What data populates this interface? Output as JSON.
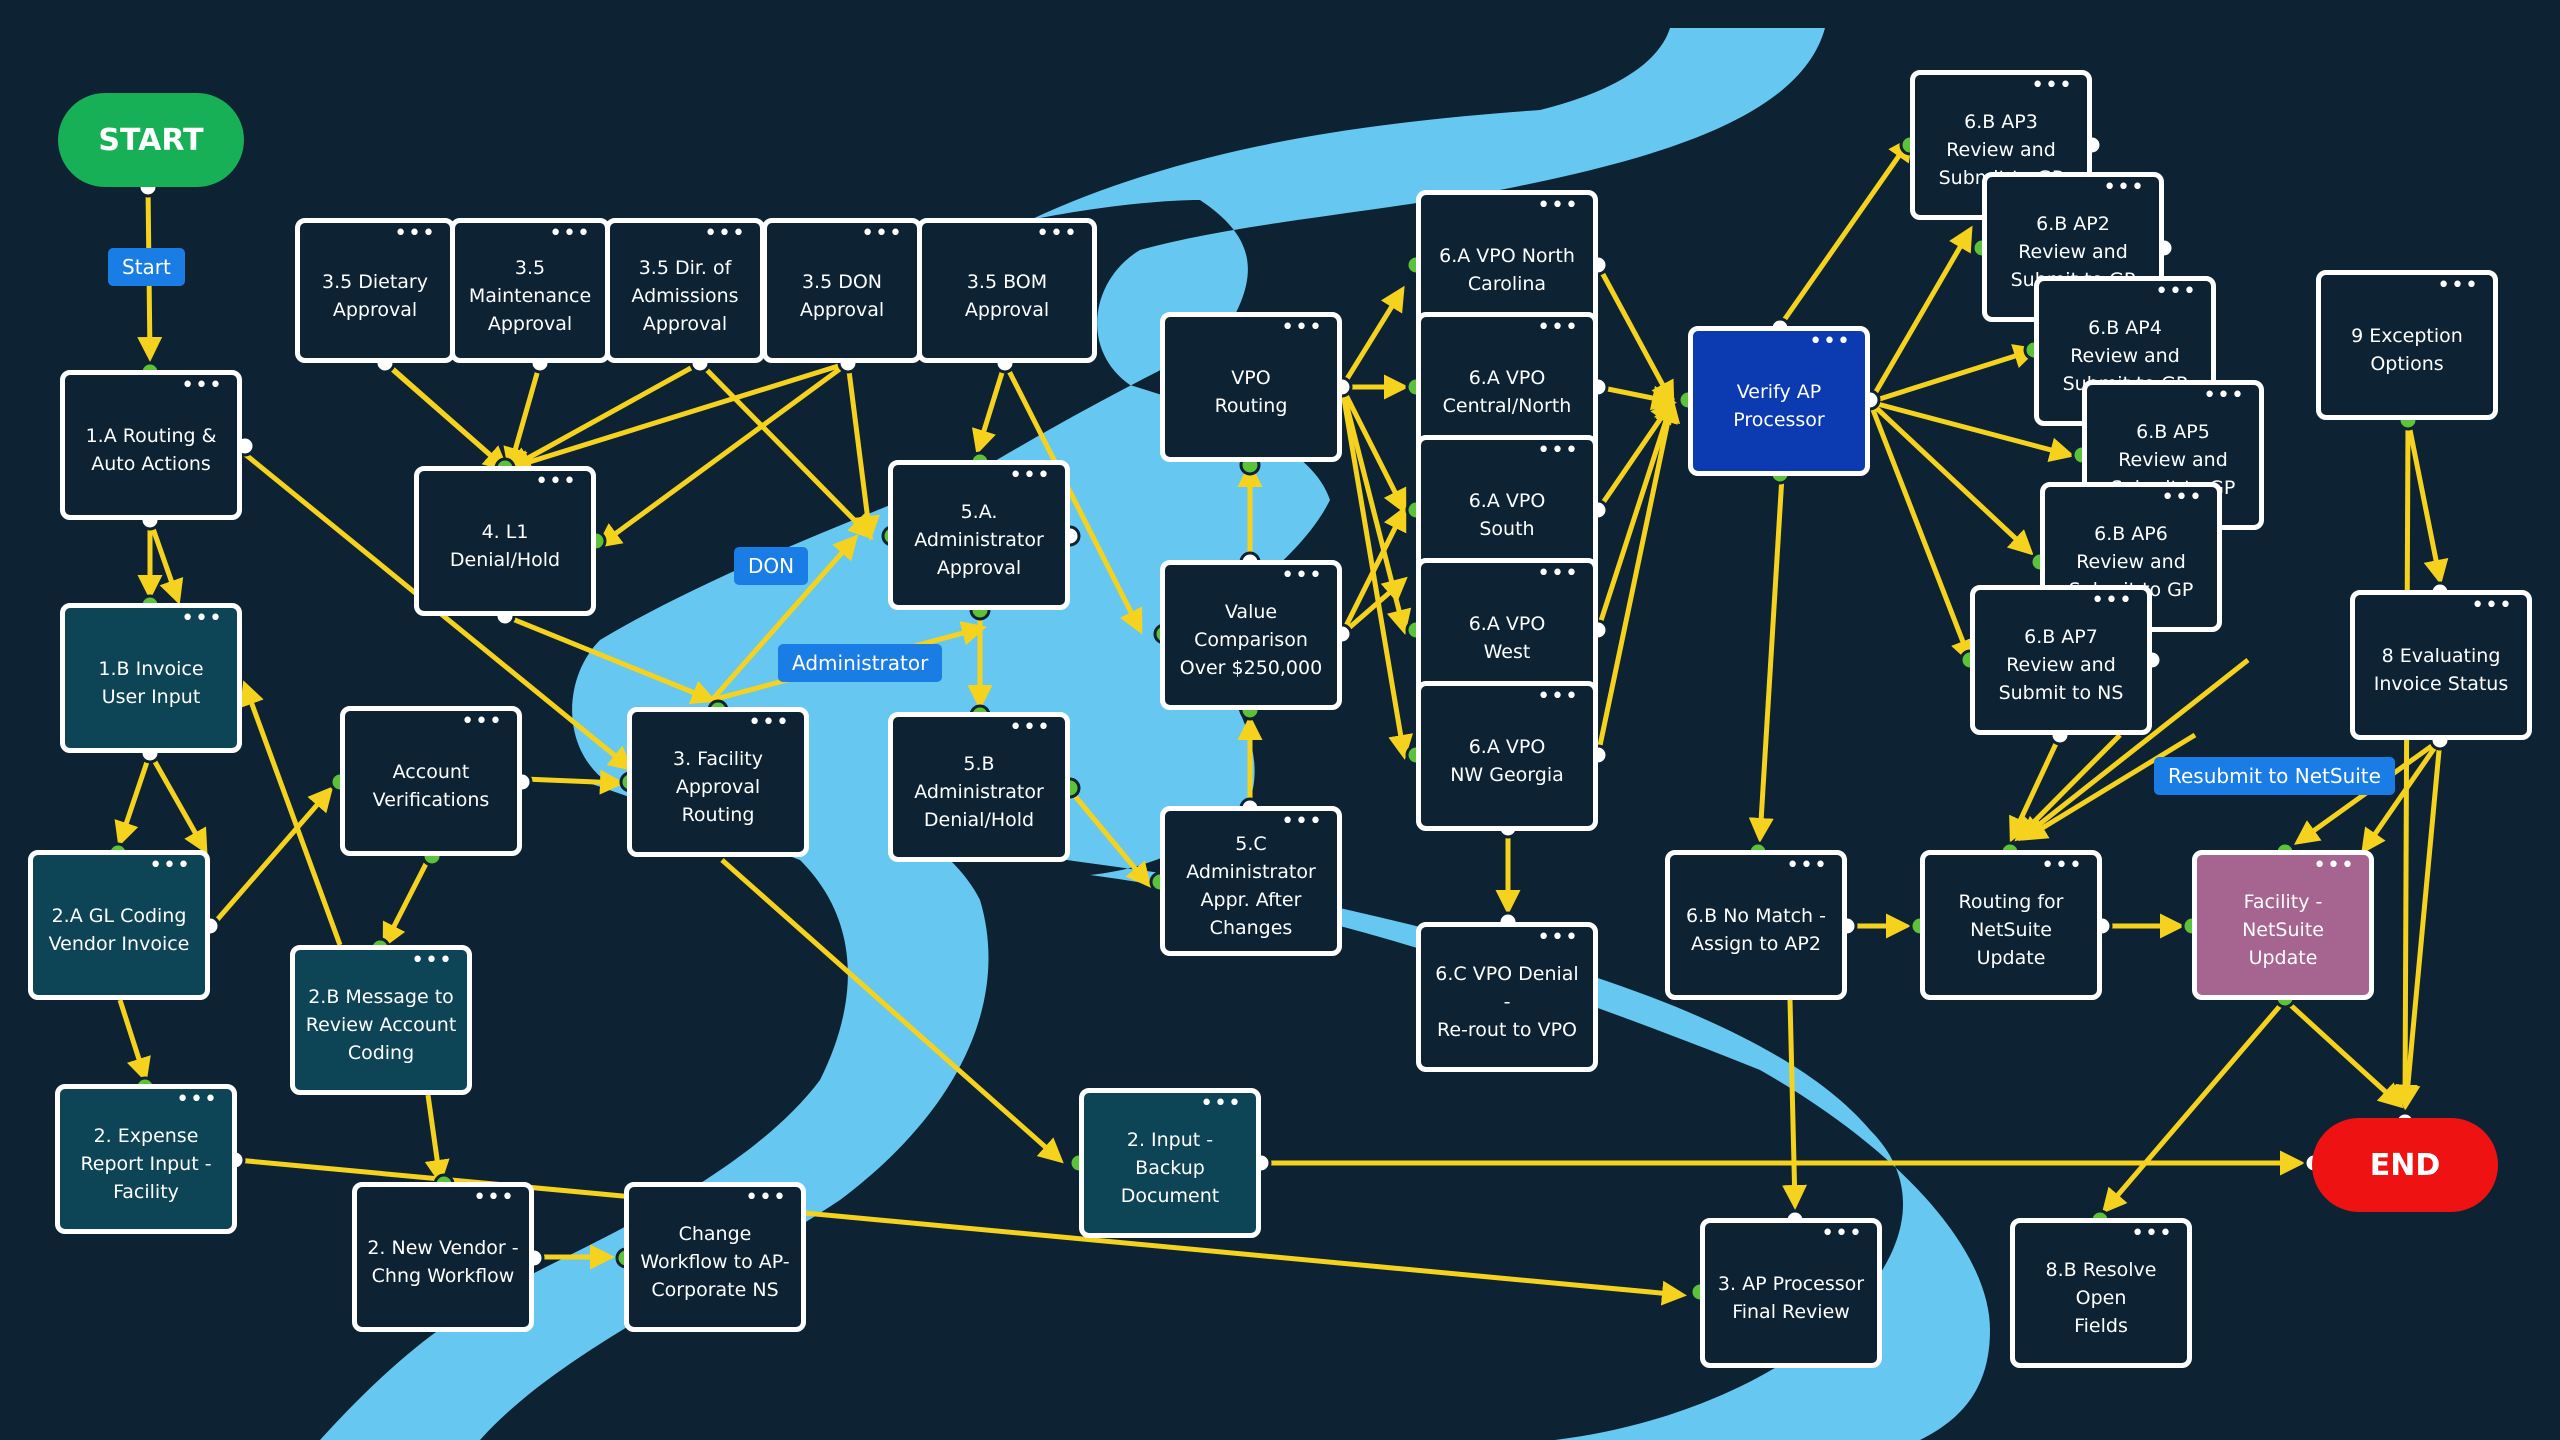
{
  "colors": {
    "background": "#0d2233",
    "river": "#66c8f0",
    "connector": "#f5d21e",
    "port_in": "#5cc23a",
    "port_out": "#ffffff",
    "node_dark": "#0d2233",
    "node_teal": "#0e4556",
    "node_blue": "#0c3ab0",
    "node_pink": "#a66490",
    "start": "#18b056",
    "end": "#ef1212",
    "tag": "#1a7de6"
  },
  "terminals": {
    "start": "START",
    "end": "END"
  },
  "tags": {
    "start": "Start",
    "don": "DON",
    "administrator": "Administrator",
    "resubmit": "Resubmit to NetSuite"
  },
  "nodes": {
    "n35diet": "3.5  Dietary\nApproval",
    "n35maint": "3.5  Maintenance\nApproval",
    "n35dir": "3.5  Dir. of\nAdmissions\nApproval",
    "n35don": "3.5  DON\nApproval",
    "n35bom": "3.5  BOM\nApproval",
    "n1a": "1.A Routing &\nAuto Actions",
    "n4l1": "4. L1\nDenial/Hold",
    "n5a": "5.A.\nAdministrator\nApproval",
    "n1b": "1.B Invoice\nUser Input",
    "nacct": "Account\nVerifications",
    "n3fac": "3. Facility\nApproval\nRouting",
    "n5b": "5.B\nAdministrator\nDenial/Hold",
    "n2a": "2.A GL Coding\nVendor Invoice",
    "n2b": "2.B Message  to\nReview Account\nCoding",
    "n2exp": "2. Expense\nReport Input -\nFacility",
    "n2nv": "2. New Vendor -\nChng Workflow",
    "nchg": "Change\nWorkflow to AP-\nCorporate NS",
    "n2inp": "2. Input -\nBackup\nDocument",
    "nvpo": "VPO\nRouting",
    "nval": "Value\nComparison\nOver $250,000",
    "n5c": "5.C Administrator\nAppr. After\nChanges",
    "n6nc": "6.A VPO North\nCarolina",
    "n6cn": "6.A VPO\nCentral/North",
    "n6s": "6.A VPO\nSouth",
    "n6w": "6.A VPO\nWest",
    "n6nw": "6.A VPO\nNW Georgia",
    "n6c": "6.C VPO Denial -\nRe-rout to VPO",
    "nverify": "Verify AP\nProcessor",
    "nap3": "6.B AP3\nReview and\nSubmit to GP",
    "nap2": "6.B AP2\nReview and\nSubmit to GP",
    "nap4": "6.B AP4\nReview and\nSubmit to GP",
    "nap5": "6.B AP5\nReview and\nSubmit to GP",
    "nap6": "6.B AP6\nReview and\nSubmit to GP",
    "nap7": "6.B AP7\nReview and\nSubmit to NS",
    "nnomatch": "6.B No Match -\nAssign to AP2",
    "nroute": "Routing for\nNetSuite Update",
    "nfac": "Facility -\nNetSuite Update",
    "n9": "9 Exception\nOptions",
    "n8eval": "8 Evaluating\nInvoice Status",
    "n3ap": "3. AP Processor\nFinal Review",
    "n8b": "8.B Resolve Open\nFields"
  }
}
